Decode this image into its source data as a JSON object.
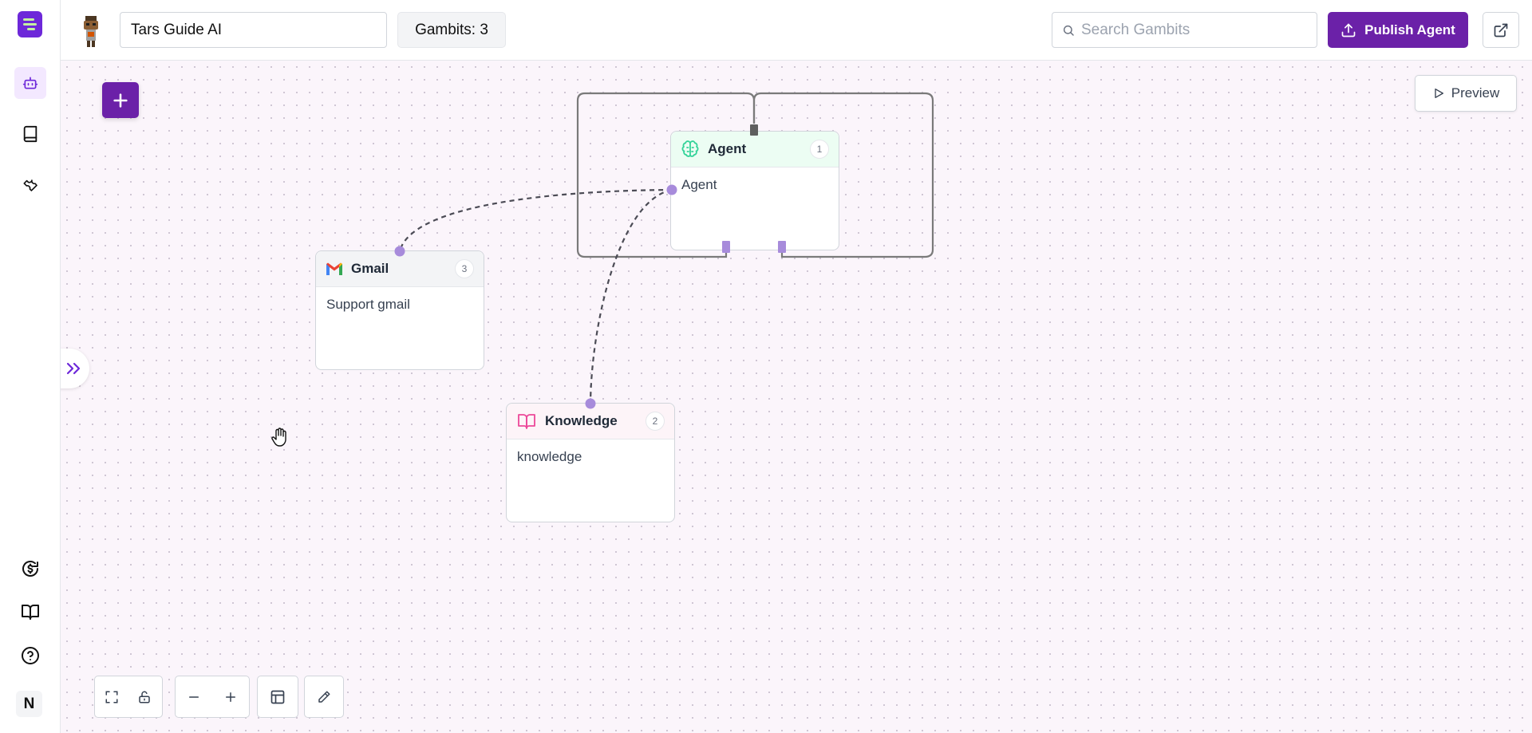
{
  "app": {
    "agent_name": "Tars Guide AI",
    "gambits_badge": "Gambits: 3",
    "search_placeholder": "Search Gambits",
    "publish_label": "Publish Agent",
    "preview_label": "Preview",
    "user_initial": "N"
  },
  "colors": {
    "brand": "#6b21a8",
    "connector": "#a78bdb",
    "agent_icon": "#34d399",
    "knowledge_icon": "#ec4899"
  },
  "sidebar": {
    "top_items": [
      {
        "name": "agents",
        "icon": "robot-icon",
        "active": true
      },
      {
        "name": "knowledge",
        "icon": "book-icon",
        "active": false
      },
      {
        "name": "tools",
        "icon": "wrench-icon",
        "active": false
      }
    ],
    "bottom_items": [
      {
        "name": "billing",
        "icon": "dollar-refresh-icon"
      },
      {
        "name": "docs",
        "icon": "open-book-icon"
      },
      {
        "name": "help",
        "icon": "help-circle-icon"
      }
    ]
  },
  "nodes": {
    "agent": {
      "title": "Agent",
      "number": "1",
      "body": "Agent",
      "icon": "brain-icon"
    },
    "gmail": {
      "title": "Gmail",
      "number": "3",
      "body": "Support gmail",
      "icon": "gmail-icon"
    },
    "knowledge": {
      "title": "Knowledge",
      "number": "2",
      "body": "knowledge",
      "icon": "book-open-icon"
    }
  },
  "toolbar": {
    "groups": [
      [
        "fit-view-icon",
        "lock-icon"
      ],
      [
        "zoom-out-icon",
        "zoom-in-icon"
      ],
      [
        "layout-icon"
      ],
      [
        "edit-icon"
      ]
    ]
  }
}
